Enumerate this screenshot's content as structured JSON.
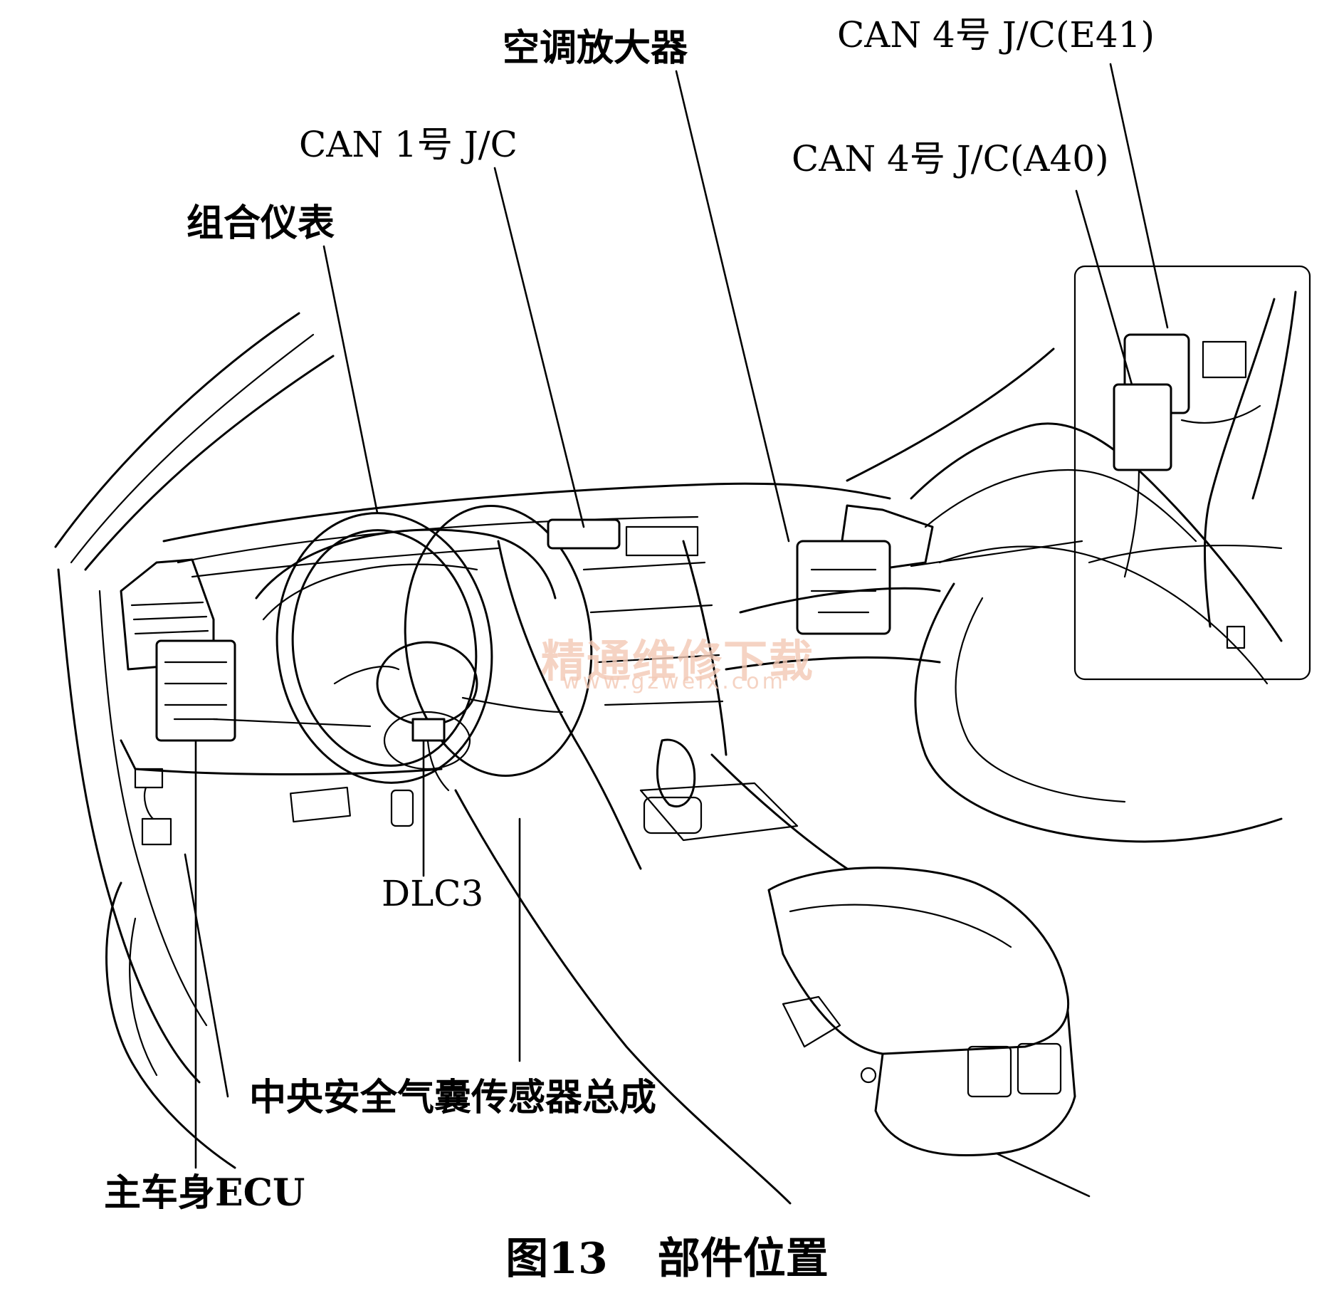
{
  "labels": {
    "ac_amplifier": "空调放大器",
    "can4_e41": "CAN 4号 J/C(E41)",
    "can1": "CAN 1号 J/C",
    "can4_a40": "CAN 4号 J/C(A40)",
    "combination_meter": "组合仪表",
    "dlc3": "DLC3",
    "center_airbag_sensor": "中央安全气囊传感器总成",
    "main_body_ecu": "主车身ECU"
  },
  "caption": {
    "figure_number": "图13",
    "title": "部件位置"
  },
  "watermark": {
    "text": "精通维修下载",
    "url": "www.gzweix.com"
  }
}
